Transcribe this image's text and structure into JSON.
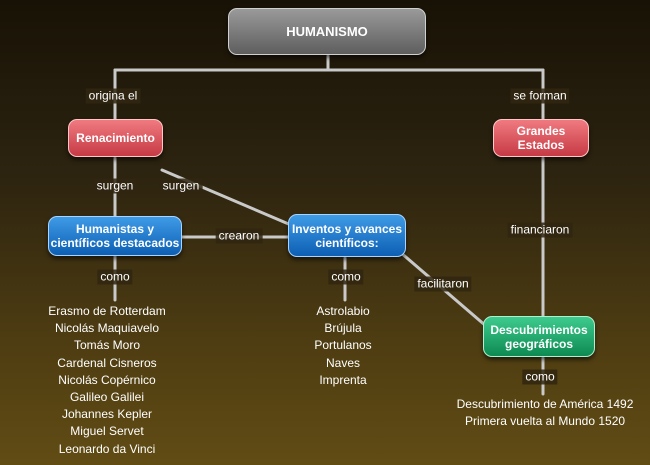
{
  "nodes": {
    "humanismo": "HUMANISMO",
    "renacimiento": "Renacimiento",
    "grandes_estados": "Grandes Estados",
    "humanistas": "Humanistas  y\ncientíficos destacados",
    "inventos": "Inventos y avances\ncientíficos:",
    "descubrimientos": "Descubrimientos\ngeográficos"
  },
  "links": {
    "origina": "origina el",
    "se_forman": "se forman",
    "surgen_1": "surgen",
    "surgen_2": "surgen",
    "crearon": "crearon",
    "financiaron": "financiaron",
    "como_1": "como",
    "como_2": "como",
    "facilitaron": "facilitaron",
    "como_3": "como"
  },
  "lists": {
    "humanistas": [
      "Erasmo de Rotterdam",
      "Nicolás Maquiavelo",
      "Tomás Moro",
      "Cardenal Cisneros",
      "Nicolás Copérnico",
      "Galileo Galilei",
      "Johannes Kepler",
      "Miguel Servet",
      "Leonardo da Vinci"
    ],
    "inventos": [
      "Astrolabio",
      "Brújula",
      "Portulanos",
      "Naves",
      "Imprenta"
    ],
    "descubrimientos": [
      "Descubrimiento de América 1492",
      "Primera vuelta al Mundo 1520"
    ]
  },
  "colors": {
    "root": "#7d7d7d",
    "red": "#dc5059",
    "blue": "#1e78d2",
    "green": "#1ea96a",
    "line": "#c9c9c9"
  }
}
